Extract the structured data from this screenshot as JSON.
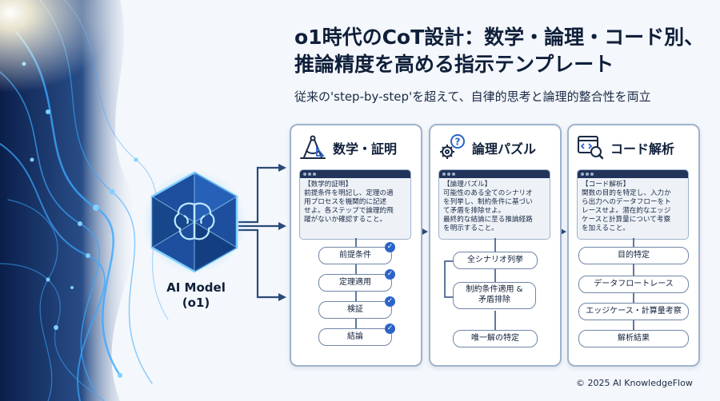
{
  "header": {
    "title_line1": "o1時代のCoT設計：数学・論理・コード別、",
    "title_line2": "推論精度を高める指示テンプレート",
    "subtitle": "従来の'step-by-step'を超えて、自律的思考と論理的整合性を両立"
  },
  "model": {
    "label_line1": "AI Model",
    "label_line2": "(o1)"
  },
  "panels": [
    {
      "title": "数学・証明",
      "icon": "compass-icon",
      "prompt": [
        "【数学的証明】",
        "前提条件を明記し、定理の適",
        "用プロセスを機関的に記述",
        "せよ。各ステップで論理的飛",
        "躍がないか確認すること。"
      ],
      "steps": [
        "前提条件",
        "定理適用",
        "検証",
        "結論"
      ]
    },
    {
      "title": "論理パズル",
      "icon": "gears-question-icon",
      "prompt": [
        "【論理パズル】",
        "可能性のある全てのシナリオ",
        "を列挙し、制約条件に基づい",
        "て矛盾を排除せよ。",
        "最終的な結論に至る推論経路",
        "を明示すること。"
      ],
      "steps": [
        "全シナリオ列挙",
        "制約条件適用 &",
        "矛盾排除",
        "唯一解の特定"
      ]
    },
    {
      "title": "コード解析",
      "icon": "code-search-icon",
      "prompt": [
        "【コード解析】",
        "関数の目的を特定し、入力か",
        "ら出力へのデータフローをト",
        "レースせよ。潜在的なエッジ",
        "ケースと計算量について考察",
        "を加えること。"
      ],
      "steps": [
        "目的特定",
        "データフロートレース",
        "エッジケース・計算量考察",
        "解析結果"
      ]
    }
  ],
  "footer": {
    "copyright": "© 2025 AI KnowledgeFlow"
  },
  "colors": {
    "accent": "#2a64c8",
    "dark": "#0f1f3a",
    "border": "#9fb3cc",
    "glow": "#39a8ff"
  }
}
